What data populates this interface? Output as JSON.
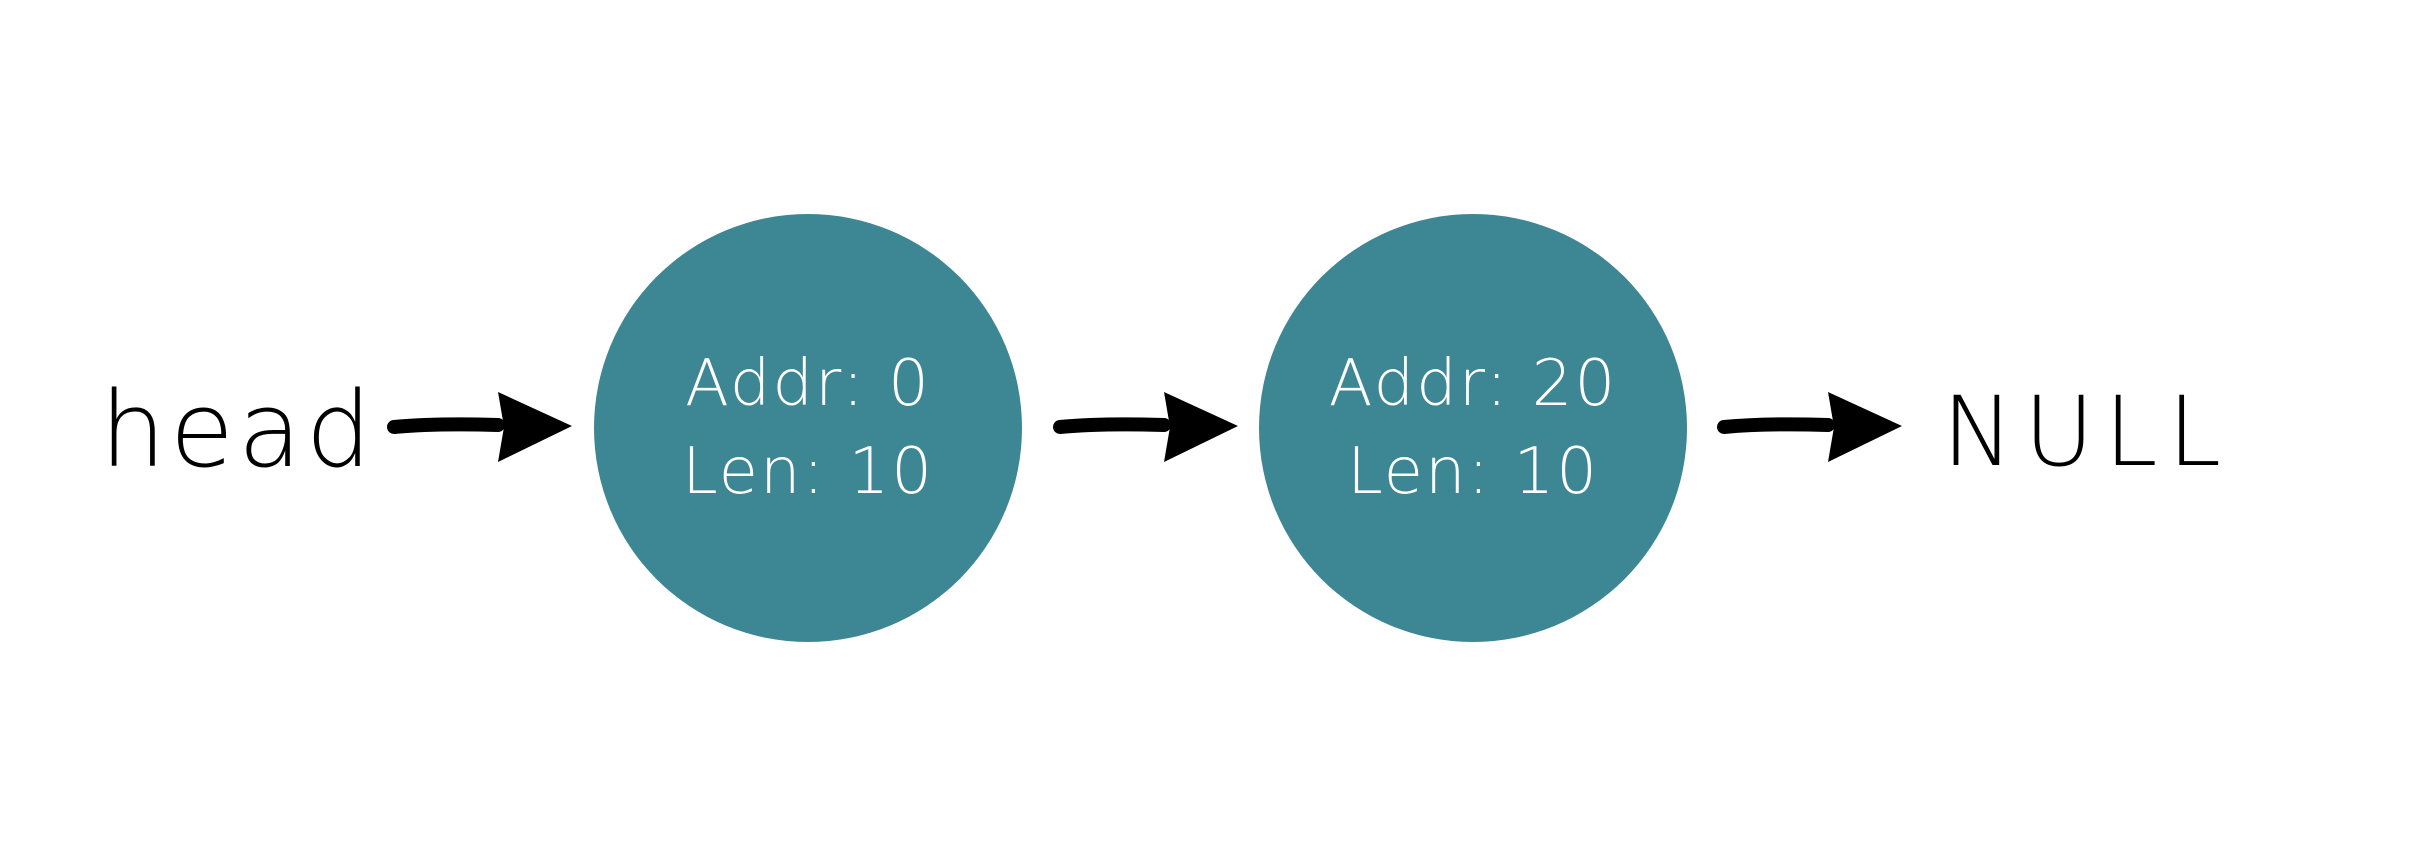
{
  "diagram": {
    "head_label": "head",
    "nodes": [
      {
        "addr_text": "Addr: 0",
        "len_text": "Len: 10"
      },
      {
        "addr_text": "Addr: 20",
        "len_text": "Len: 10"
      }
    ],
    "null_label": "NULL"
  },
  "colors": {
    "node_fill": "#3d8694",
    "arrow": "#000000",
    "text_dark": "#000000",
    "text_light": "#ffffff"
  }
}
